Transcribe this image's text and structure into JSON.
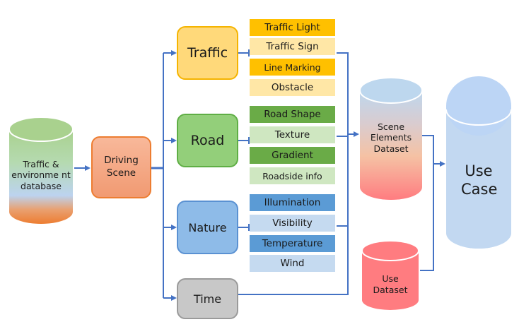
{
  "diagram": {
    "source": {
      "label": "Traffic & environme nt database"
    },
    "driving_scene": {
      "label": "Driving Scene"
    },
    "categories": [
      {
        "label": "Traffic",
        "fill": "#ffd97a",
        "border": "#f5b400",
        "items": [
          {
            "label": "Traffic Light",
            "fill": "#ffc000"
          },
          {
            "label": "Traffic Sign",
            "fill": "#ffe7a6"
          },
          {
            "label": "Line Marking",
            "fill": "#ffc000"
          },
          {
            "label": "Obstacle",
            "fill": "#ffe7a6"
          }
        ]
      },
      {
        "label": "Road",
        "fill": "#93cf7a",
        "border": "#5fae45",
        "items": [
          {
            "label": "Road Shape",
            "fill": "#6aab47"
          },
          {
            "label": "Texture",
            "fill": "#cfe7c1"
          },
          {
            "label": "Gradient",
            "fill": "#6aab47"
          },
          {
            "label": "Roadside info",
            "fill": "#cfe7c1"
          }
        ]
      },
      {
        "label": "Nature",
        "fill": "#8ebbe8",
        "border": "#5a91d2",
        "items": [
          {
            "label": "Illumination",
            "fill": "#5b9bd5"
          },
          {
            "label": "Visibility",
            "fill": "#c5daf0"
          },
          {
            "label": "Temperature",
            "fill": "#5b9bd5"
          },
          {
            "label": "Wind",
            "fill": "#c5daf0"
          }
        ]
      },
      {
        "label": "Time",
        "fill": "#c8c8c8",
        "border": "#9a9a9a",
        "items": []
      }
    ],
    "scene_dataset": {
      "label": "Scene Elements Dataset"
    },
    "use_dataset": {
      "label": "Use Dataset"
    },
    "use_case": {
      "label": "Use Case"
    },
    "connector_color": "#4472c4"
  }
}
